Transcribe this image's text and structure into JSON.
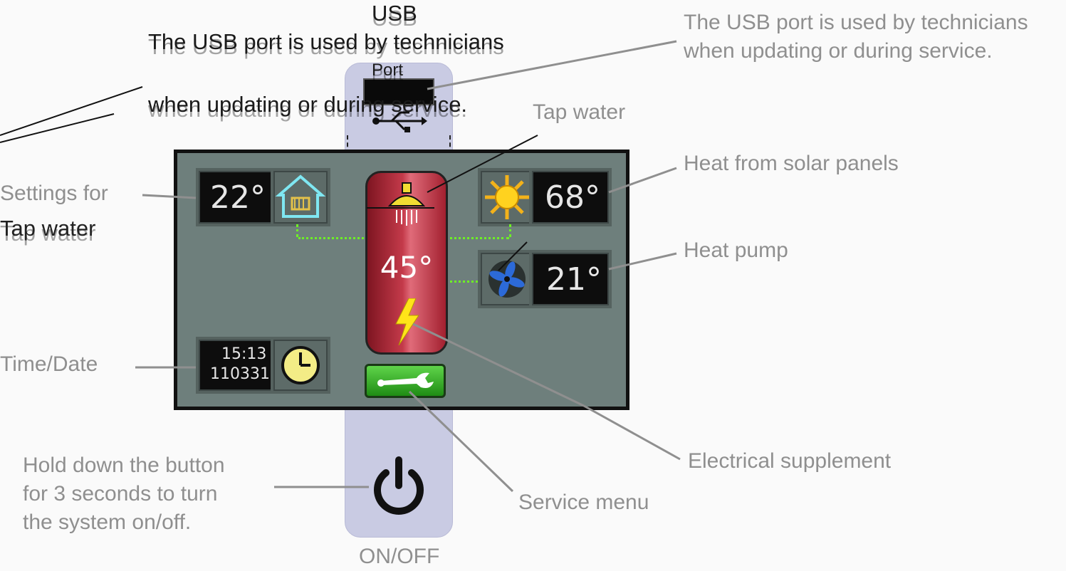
{
  "labels": {
    "usb_top": "USB",
    "usb_port_word": "Port",
    "usb_desc_line1": "The USB port is used by technicians",
    "usb_desc_line2": "when updating or during service.",
    "usb_desc_overlay_1": "The USB port is used by technicians",
    "usb_desc_overlay_2": "when updating or during service.",
    "tap_water_right": "Tap water",
    "settings_indoor": "Settings for",
    "tap_water_left": "Tap water",
    "solar": "Heat from solar panels",
    "heat_pump": "Heat pump",
    "time_date": "Time/Date",
    "hold_line1": "Hold down the button",
    "hold_line2": "for 3 seconds to turn",
    "hold_line3": "the system on/off.",
    "electrical": "Electrical supplement",
    "service_menu": "Service menu",
    "on_off": "ON/OFF"
  },
  "screen": {
    "indoor_temp": "22°",
    "solar_temp": "68°",
    "heatpump_temp": "21°",
    "tank_temp": "45°",
    "time": "15:13",
    "date": "110331"
  },
  "icons": [
    "house-icon",
    "sun-icon",
    "fan-icon",
    "clock-icon",
    "shower-icon",
    "lightning-icon",
    "wrench-icon",
    "power-icon",
    "usb-icon"
  ],
  "colors": {
    "screen_bg": "#6e7f7c",
    "tank_red": "#c43a4a",
    "connector_green": "#6ef025",
    "service_green": "#3cb52a",
    "device_lavender": "#c9cbe3",
    "callout_gray": "#8f8f8f"
  }
}
